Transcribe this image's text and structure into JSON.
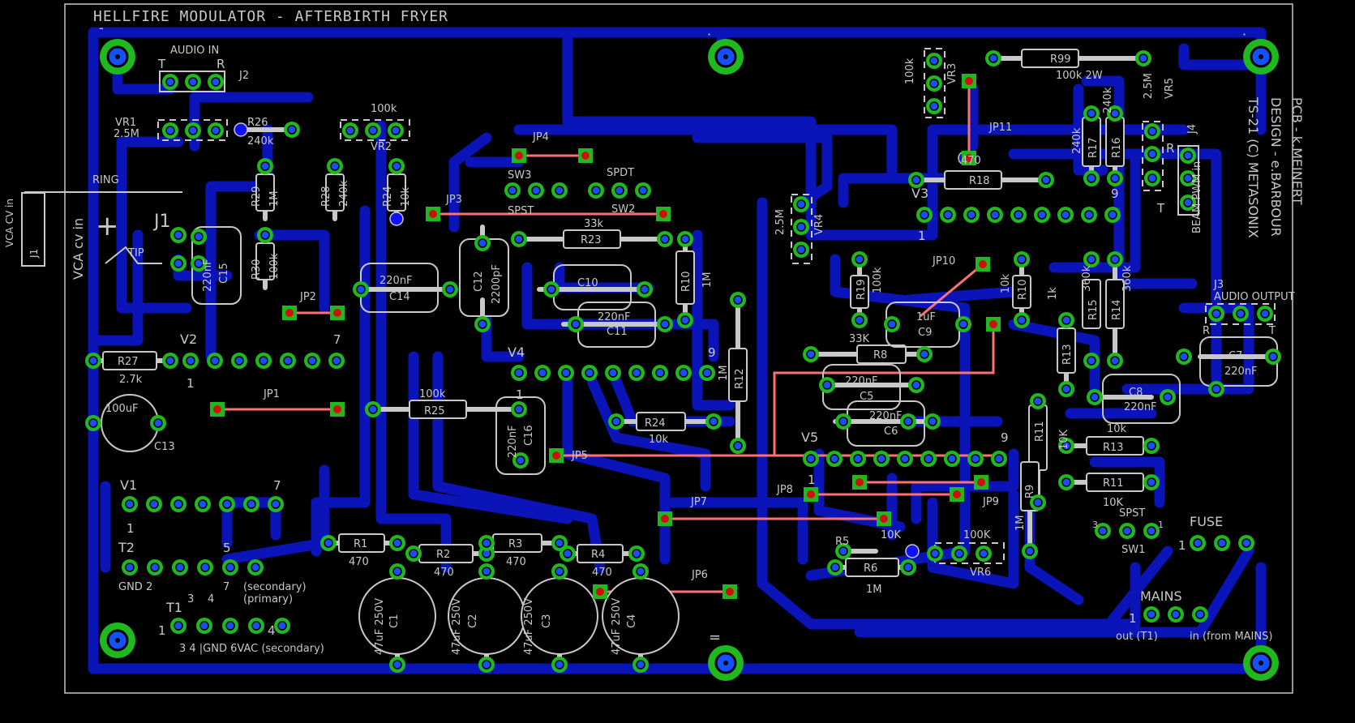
{
  "title": "HELLFIRE MODULATOR - AFTERBIRTH FRYER",
  "colors": {
    "background": "#000000",
    "trace": "#0a14b8",
    "outline": "#c8c8c8",
    "pad_ring": "#1fb81f",
    "via_ring": "#1010ff",
    "pad_hole": "#1450ff",
    "jumper": "#ff7070",
    "jumper_pad": "#d01010"
  },
  "credits": [
    "TS-21  (C) METASONIX",
    "DESIGN - e.BARBOUR",
    "PCB - k.MEINERT"
  ],
  "labels": {
    "minus": "-",
    "plus": "+",
    "equals": "=",
    "dot": "·",
    "audio_in": "AUDIO IN",
    "t": "T",
    "r": "R",
    "j2": "J2",
    "vr1": "VR1",
    "vr1_val": "2.5M",
    "r26": "R26",
    "r26_val": "240k",
    "r100k_top": "100k",
    "vr2": "VR2",
    "jp4": "JP4",
    "sw3": "SW3",
    "spdt": "SPDT",
    "spst": "SPST",
    "sw2": "SW2",
    "jp3": "JP3",
    "ring": "RING",
    "vca_cv_in": "VCA cv in",
    "vca_cv_in_side": "VCA CV in",
    "j1": "J1",
    "j1_big": "J1",
    "tip": "TIP",
    "r29": "R29",
    "r29_val": "1M",
    "r28": "R28",
    "r28_val": "240k",
    "r24": "R24",
    "r24_val": "10k",
    "r30": "R30",
    "r30_val": "100k",
    "c15": "C15",
    "c15_val": "220nF",
    "c14": "C14",
    "c14_val": "220nF",
    "c12": "C12",
    "c12_val": "2200pF",
    "c10": "C10",
    "c11": "C11",
    "c11_val": "220nF",
    "r23": "R23",
    "r23_val": "33k",
    "r10": "R10",
    "r10_val": "1M",
    "jp2": "JP2",
    "v2": "V2",
    "n1": "1",
    "n7": "7",
    "n9": "9",
    "r27": "R27",
    "r27_val": "2.7k",
    "jp1": "JP1",
    "c13": "C13",
    "c13_val": "100uF",
    "v4": "V4",
    "r12": "R12",
    "r12_val": "1M",
    "r25": "R25",
    "r25_val": "100k",
    "c16": "C16",
    "c16_val": "220nF",
    "r24b": "R24",
    "r24b_val": "10k",
    "jp5": "JP5",
    "v1": "V1",
    "t2": "T2",
    "n5": "5",
    "gnd2": "GND 2",
    "n7b": "7",
    "secondary": "(secondary)",
    "primary": "(primary)",
    "t1": "T1",
    "n4": "4",
    "n3": "3",
    "t1_pins": "3    4  |GND 6VAC (secondary)",
    "r1": "R1",
    "r2": "R2",
    "r3": "R3",
    "r4": "R4",
    "val470": "470",
    "c1": "C1",
    "c2": "C2",
    "c3": "C3",
    "c4": "C4",
    "ccap": "47uF 250V",
    "jp7": "JP7",
    "jp6": "JP6",
    "r99": "R99",
    "r99_val": "100k 2W",
    "vr3": "VR3",
    "vr3_val": "100k",
    "jp11": "JP11",
    "r18_val": "470",
    "r18": "R18",
    "r17": "R17",
    "r17_val": "240k",
    "r16": "R16",
    "r16_val": "240k",
    "vr5": "VR5",
    "vr5_val": "2.5M",
    "j4": "J4",
    "beam": "BEAM PWM in",
    "v3": "V3",
    "vr4": "VR4",
    "vr4_val": "2.5M",
    "jp10": "JP10",
    "r19": "R19",
    "r19_val": "100k",
    "r20_val": "10k",
    "c9": "C9",
    "c9_val": "1uF",
    "r8": "R8",
    "r8_val": "33K",
    "c5": "C5",
    "c5_val": "220nF",
    "c6": "C6",
    "c6_val": "220nF",
    "v5": "V5",
    "r13": "R13",
    "r13_val": "1k",
    "r15": "R15",
    "r15_val": "360k",
    "r14": "R14",
    "r14_val": "360k",
    "j3": "J3",
    "audio_output": "AUDIO OUTPUT",
    "c7": "C7",
    "c7_val": "220nF",
    "c8": "C8",
    "c8_val": "220nF",
    "r11": "R11",
    "r11_val": "10K",
    "r43": "R13",
    "r43_val": "10k",
    "r44": "R11",
    "r44_val": "10K",
    "jp8": "JP8",
    "jp9": "JP9",
    "r9": "R9",
    "r9_val": "1M",
    "r5": "R5",
    "r5_val": "10K",
    "r6": "R6",
    "r6_val": "1M",
    "vr6": "VR6",
    "vr6_val": "100K",
    "spst_sw1": "SPST",
    "sw1": "SW1",
    "n3b": "3",
    "n1b": "1",
    "fuse": "FUSE",
    "mains": "MAINS",
    "out_t1": "out (T1)",
    "in_mains": "in (from MAINS)"
  }
}
